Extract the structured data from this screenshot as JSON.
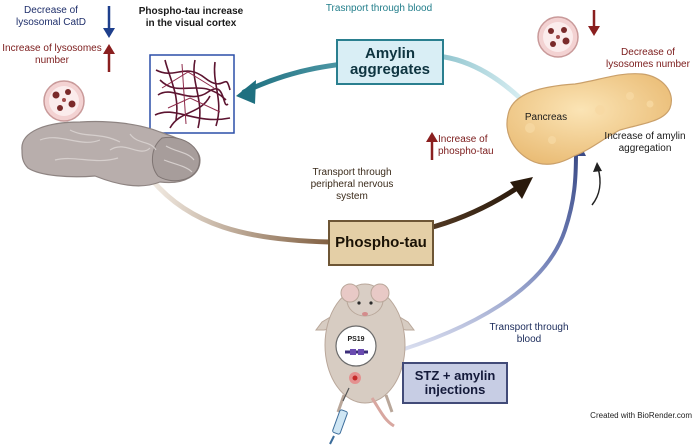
{
  "top_transport": "Trasnport through blood",
  "amylin_box": "Amylin aggregates",
  "brain": {
    "catd_label": "Decrease of lysosomal CatD",
    "lysosome_label": "Increase of lysosomes number",
    "phospho_title": "Phospho-tau increase in the visual cortex"
  },
  "pancreas": {
    "lysosome_label": "Decrease of lysosomes number",
    "organ_label": "Pancreas",
    "phospho_label": "Increase of phospho-tau",
    "amylin_label": "Increase of amylin aggregation"
  },
  "middle_transport": "Transport through peripheral nervous system",
  "phospho_box": "Phospho-tau",
  "mouse": {
    "badge": "PS19",
    "transport_label": "Transport through blood",
    "injection_box": "STZ + amylin injections"
  },
  "credit": "Created with BioRender.com",
  "colors": {
    "amylin_fill": "#d9eef5",
    "amylin_border": "#2a7f8f",
    "phospho_fill": "#e4cfa6",
    "phospho_border": "#6e5635",
    "injection_fill": "#c7cde4",
    "injection_border": "#424b78",
    "arrow_teal": "#1f7080",
    "arrow_brown": "#3a2614",
    "arrow_navy": "#3b4b86",
    "down_arrow_blue": "#1e3f8c",
    "up_arrow_red": "#8a1f1f",
    "text_red": "#7b1b1b",
    "text_navy": "#1f2f6b"
  }
}
